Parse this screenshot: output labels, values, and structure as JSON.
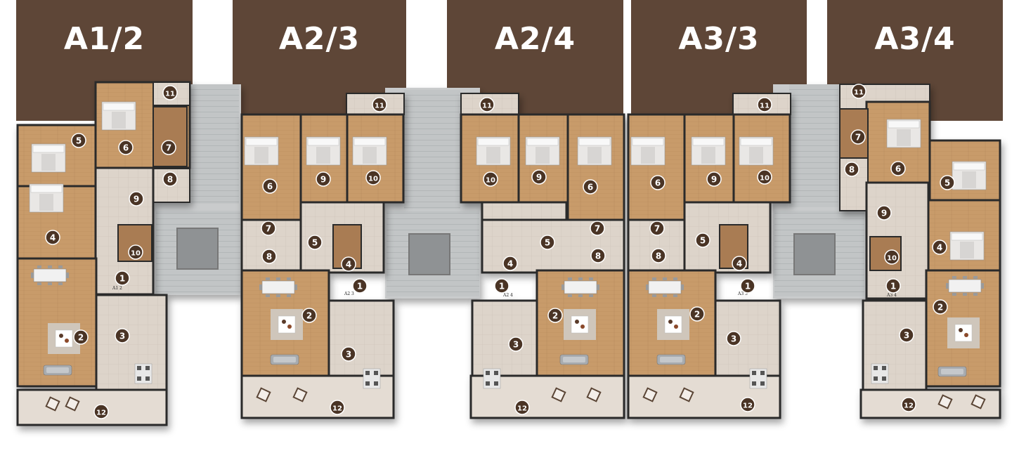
{
  "plans": [
    {
      "id": "A1/2",
      "title": "A1/2",
      "entry_code": "A1 2",
      "room_numbers": [
        "1",
        "2",
        "3",
        "4",
        "5",
        "6",
        "7",
        "8",
        "9",
        "10",
        "11",
        "12"
      ]
    },
    {
      "id": "A2/3",
      "title": "A2/3",
      "entry_code": "A2 3",
      "room_numbers": [
        "1",
        "2",
        "3",
        "4",
        "5",
        "6",
        "7",
        "8",
        "9",
        "10",
        "11",
        "12"
      ]
    },
    {
      "id": "A2/4",
      "title": "A2/4",
      "entry_code": "A2 4",
      "room_numbers": [
        "1",
        "2",
        "3",
        "4",
        "5",
        "6",
        "7",
        "8",
        "9",
        "10",
        "11",
        "12"
      ]
    },
    {
      "id": "A3/3",
      "title": "A3/3",
      "entry_code": "A3 3",
      "room_numbers": [
        "1",
        "2",
        "3",
        "4",
        "5",
        "6",
        "7",
        "8",
        "9",
        "10",
        "11",
        "12"
      ]
    },
    {
      "id": "A3/4",
      "title": "A3/4",
      "entry_code": "A3 4",
      "room_numbers": [
        "1",
        "2",
        "3",
        "4",
        "5",
        "6",
        "7",
        "8",
        "9",
        "10",
        "11",
        "12"
      ]
    }
  ],
  "colors": {
    "banner": "#5e4637",
    "wall": "#2b2b2b",
    "wood_floor": "#c79a6a",
    "tile_floor": "#ddd3c8",
    "kitchen_floor": "#d8d2cc",
    "balcony": "#e4dcd3",
    "stair_gray": "#b9bcbd",
    "stair_dark": "#8b8e90",
    "marker_fill": "#4a3425"
  }
}
